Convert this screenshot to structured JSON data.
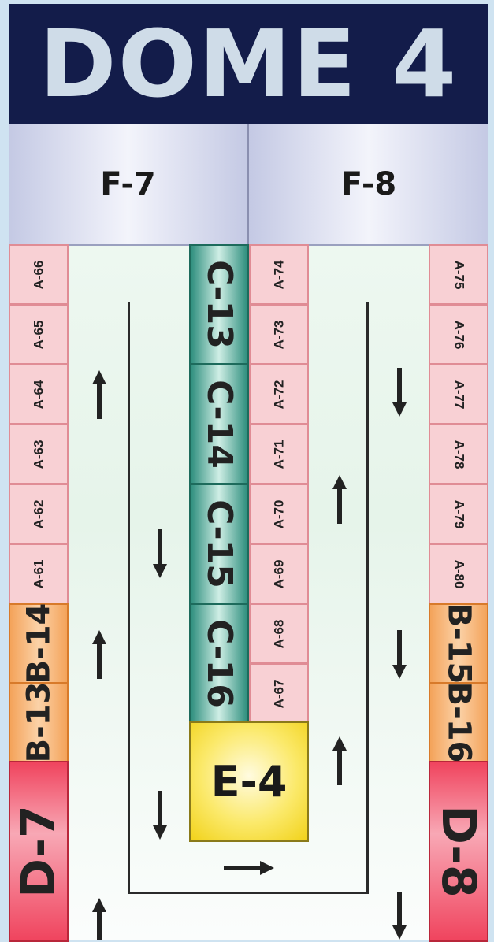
{
  "title": "DOME 4",
  "sections": {
    "left": "F-7",
    "right": "F-8"
  },
  "left_stalls_a": [
    "A-66",
    "A-65",
    "A-64",
    "A-63",
    "A-62",
    "A-61"
  ],
  "left_stalls_b": [
    "B-14",
    "B-13"
  ],
  "left_stall_d": "D-7",
  "center_stalls_c": [
    "C-13",
    "C-14",
    "C-15",
    "C-16"
  ],
  "center_stall_e": "E-4",
  "center_stalls_a": [
    "A-74",
    "A-73",
    "A-72",
    "A-71",
    "A-70",
    "A-69",
    "A-68",
    "A-67"
  ],
  "right_stalls_a": [
    "A-75",
    "A-76",
    "A-77",
    "A-78",
    "A-79",
    "A-80"
  ],
  "right_stalls_b": [
    "B-15",
    "B-16"
  ],
  "right_stall_d": "D-8",
  "colors": {
    "title_bg": "#131c4a",
    "title_text": "#cfdce8",
    "a_stall": "#f8d0d4",
    "b_stall": "#f4a35a",
    "c_stall": "#2d8e7d",
    "d_stall": "#f0445e",
    "e_stall": "#fbe96a",
    "aisle": "#e6f4ea"
  },
  "arrows": [
    "up-arrow",
    "down-arrow",
    "right-arrow"
  ]
}
